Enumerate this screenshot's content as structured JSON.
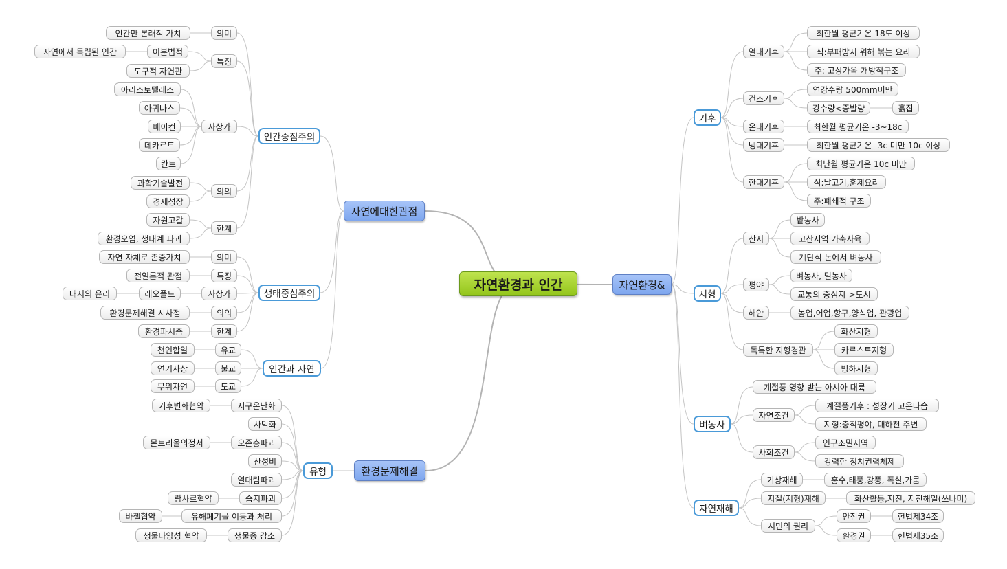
{
  "root": "자연환경과 인간",
  "branches": {
    "view": {
      "label": "자연에대한관점",
      "anthro": {
        "label": "인간중짐주의",
        "meaning": "의미",
        "meaning_val": "인간만 본래적 가치",
        "feature": "특징",
        "dualism": "이분법적",
        "dualism_val": "자연에서 독립된 인간",
        "instrumental": "도구적 자연관",
        "thinkers": "사상가",
        "aristotle": "아리스토텔레스",
        "aquinas": "아퀴나스",
        "bacon": "베이컨",
        "descartes": "데카르트",
        "kant": "칸트",
        "significance": "의의",
        "tech": "과학기술발전",
        "econ": "경제성장",
        "limit": "한계",
        "depletion": "자원고갈",
        "pollution": "환경오염, 생태계 파괴"
      },
      "eco": {
        "label": "생태중심주의",
        "meaning": "의미",
        "meaning_val": "자연 자체로 존중가치",
        "feature": "특징",
        "feature_val": "전일론적 관점",
        "thinkers": "사상가",
        "leopold": "레오폴드",
        "land_ethic": "대지의 윤리",
        "significance": "의의",
        "significance_val": "환경문제해결 시사점",
        "limit": "한계",
        "limit_val": "환경파시즘"
      },
      "human_nature": {
        "label": "인간과 자연",
        "confucian": "유교",
        "confucian_val": "천인합일",
        "buddhist": "불교",
        "buddhist_val": "연기사상",
        "taoist": "도교",
        "taoist_val": "무위자연"
      }
    },
    "env_problem": {
      "label": "환경문제해결",
      "types": "유형",
      "items": {
        "warming": "지구온난화",
        "warming_treaty": "기후변화협약",
        "desert": "사막화",
        "ozone": "오존층파괴",
        "ozone_treaty": "몬트리올의정서",
        "acid": "산성비",
        "forest": "열대림파괴",
        "wetland": "습지파괴",
        "wetland_treaty": "람사르협약",
        "waste": "유해폐기물 이동과 처리",
        "waste_treaty": "바젤협약",
        "species": "생물종 감소",
        "species_treaty": "생물다양성 협약"
      }
    },
    "nature_env": {
      "label": "자연환경&",
      "climate": {
        "label": "기후",
        "tropical": "열대기후",
        "tropical_1": "최한월 평균기온 18도 이상",
        "tropical_2": "식:부패방지 위해 볶는 요리",
        "tropical_3": "주: 고상가옥-개방적구조",
        "dry": "건조기후",
        "dry_1": "연강수량 500mm미만",
        "dry_2": "강수량<증발량",
        "dry_3": "흙집",
        "temperate": "온대기후",
        "temperate_1": "최한월 평균기온 -3~18c",
        "cold": "냉대기후",
        "cold_1": "최한월 평균기온 -3c 미만 10c 이상",
        "polar": "한대기후",
        "polar_1": "최난월 평균기온 10c 미만",
        "polar_2": "식:날고기,훈제요리",
        "polar_3": "주:폐쇄적 구조"
      },
      "terrain": {
        "label": "지형",
        "mountain": "산지",
        "mountain_1": "밭농사",
        "mountain_2": "고산지역 가축사육",
        "mountain_3": "계단식 논에서 벼농사",
        "plain": "평야",
        "plain_1": "벼농사, 밀농사",
        "plain_2": "교통의 중심지->도시",
        "coast": "해안",
        "coast_1": "농업,어업,항구,양식업, 관광업",
        "unique": "독특한 지형경관",
        "volcanic": "화산지형",
        "karst": "카르스트지형",
        "glacial": "빙하지형"
      },
      "rice": {
        "label": "벼농사",
        "monsoon": "계절풍 영향 받는 아시아 대륙",
        "natural": "자연조건",
        "natural_1": "계절풍기후 : 성장기 고온다습",
        "natural_2": "지형:충적평야, 대하천 주변",
        "social": "사회조건",
        "social_1": "인구조밀지역",
        "social_2": "강력한 정치권력체제"
      },
      "disaster": {
        "label": "자연재해",
        "weather": "기상재해",
        "weather_1": "홍수,태풍,강풍, 폭설,가뭄",
        "geo": "지질(지형)재해",
        "geo_1": "화산활동,지진, 지진해일(쓰나미)",
        "rights": "시민의 권리",
        "safety": "안전권",
        "safety_law": "헌법제34조",
        "environment": "환경권",
        "environment_law": "헌법제35조"
      }
    }
  }
}
